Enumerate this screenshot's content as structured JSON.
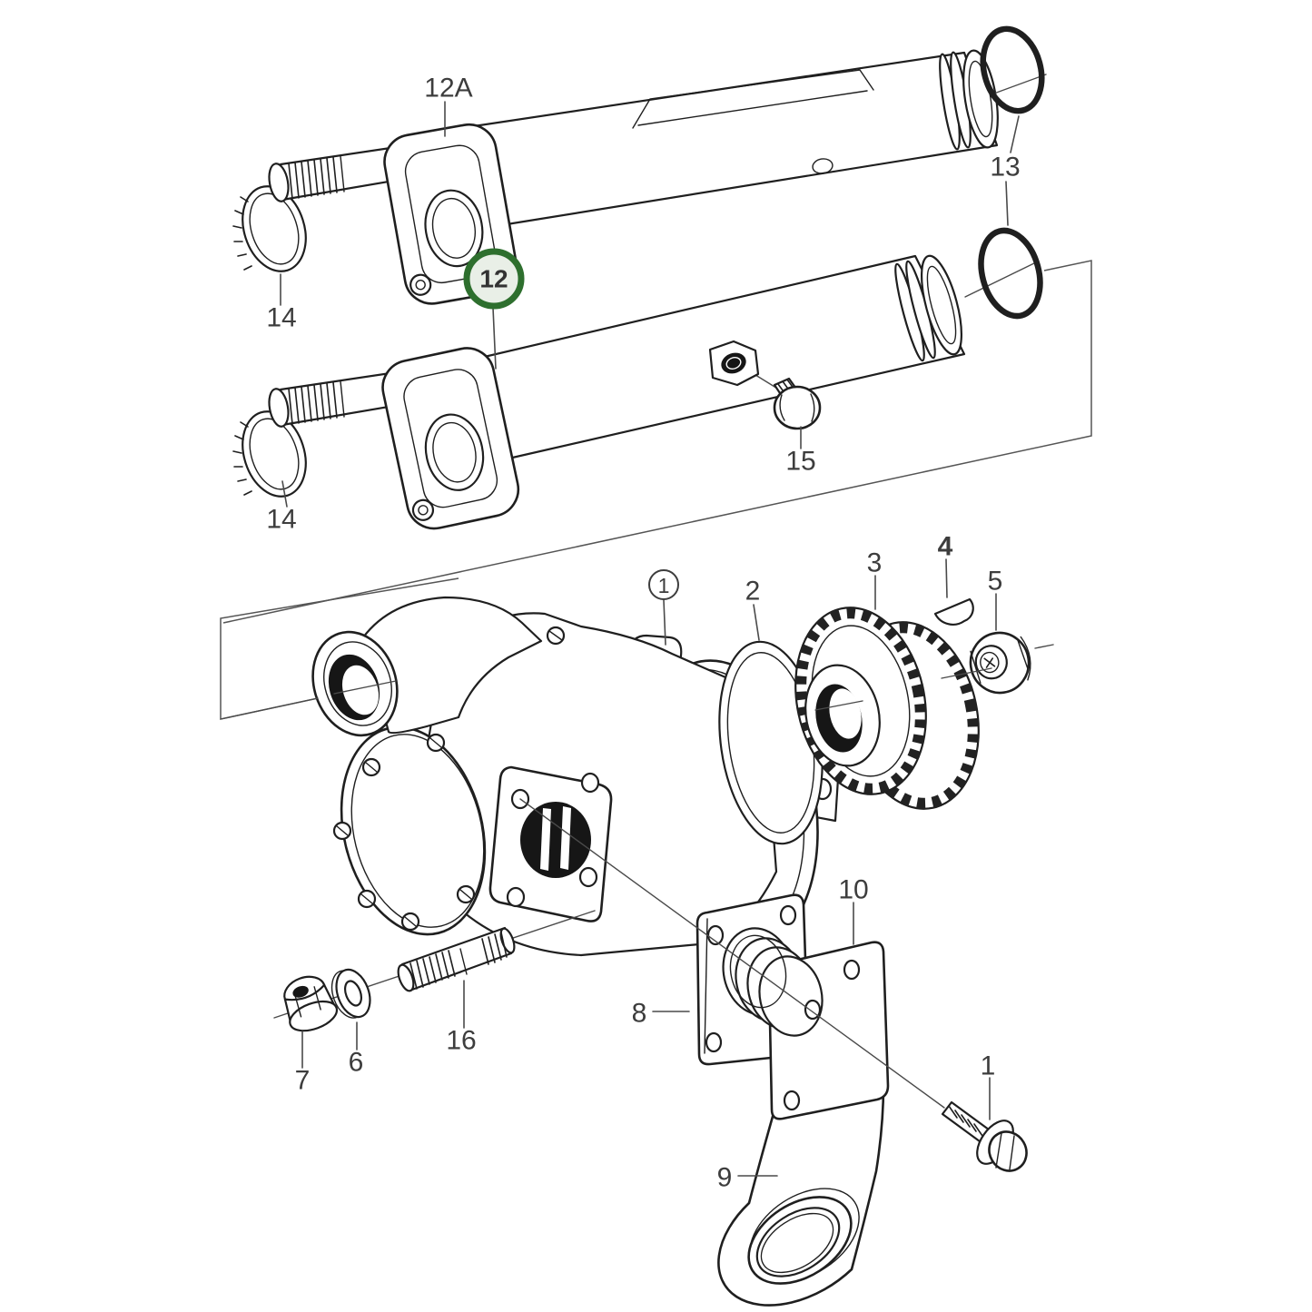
{
  "diagram": {
    "type": "exploded-parts-diagram",
    "background": "#ffffff",
    "line_color": "#1f1f1f",
    "leader_color": "#4a4a4a",
    "label_color": "#3d3d3d"
  },
  "highlight": {
    "part": "12",
    "ring_color": "#2e6f2e",
    "fill_color": "#e9efe7"
  },
  "labels": [
    {
      "text": "12A"
    },
    {
      "text": "13"
    },
    {
      "text": "14"
    },
    {
      "text": "12"
    },
    {
      "text": "14"
    },
    {
      "text": "15"
    },
    {
      "text": "1"
    },
    {
      "text": "2"
    },
    {
      "text": "3"
    },
    {
      "text": "4"
    },
    {
      "text": "5"
    },
    {
      "text": "7"
    },
    {
      "text": "6"
    },
    {
      "text": "16"
    },
    {
      "text": "8"
    },
    {
      "text": "10"
    },
    {
      "text": "9"
    },
    {
      "text": "1"
    }
  ]
}
